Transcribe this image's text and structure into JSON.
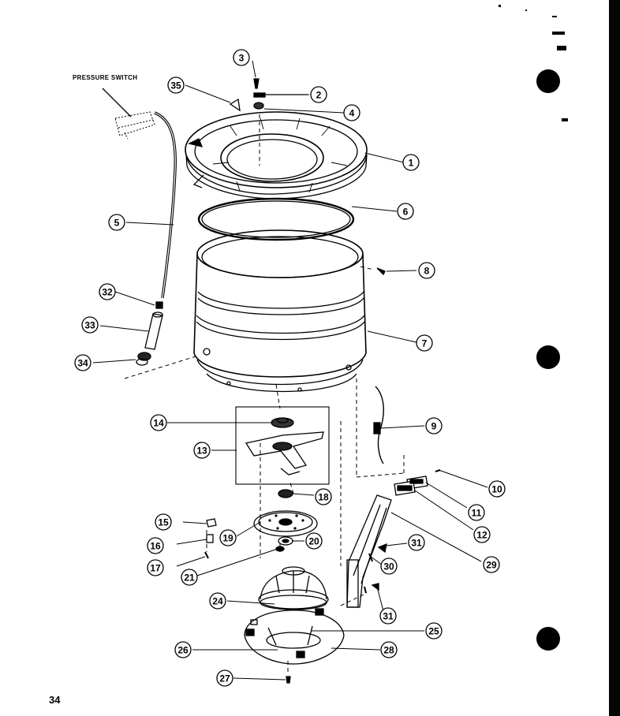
{
  "diagram": {
    "annotation_label": "PRESSURE SWITCH",
    "page_number": "34",
    "callouts": [
      "1",
      "2",
      "3",
      "4",
      "5",
      "6",
      "7",
      "8",
      "9",
      "10",
      "11",
      "12",
      "13",
      "14",
      "15",
      "16",
      "17",
      "18",
      "19",
      "20",
      "21",
      "24",
      "25",
      "26",
      "27",
      "28",
      "29",
      "30",
      "31",
      "31",
      "32",
      "33",
      "34",
      "35"
    ]
  },
  "colors": {
    "ink": "#000000",
    "paper": "#ffffff"
  }
}
